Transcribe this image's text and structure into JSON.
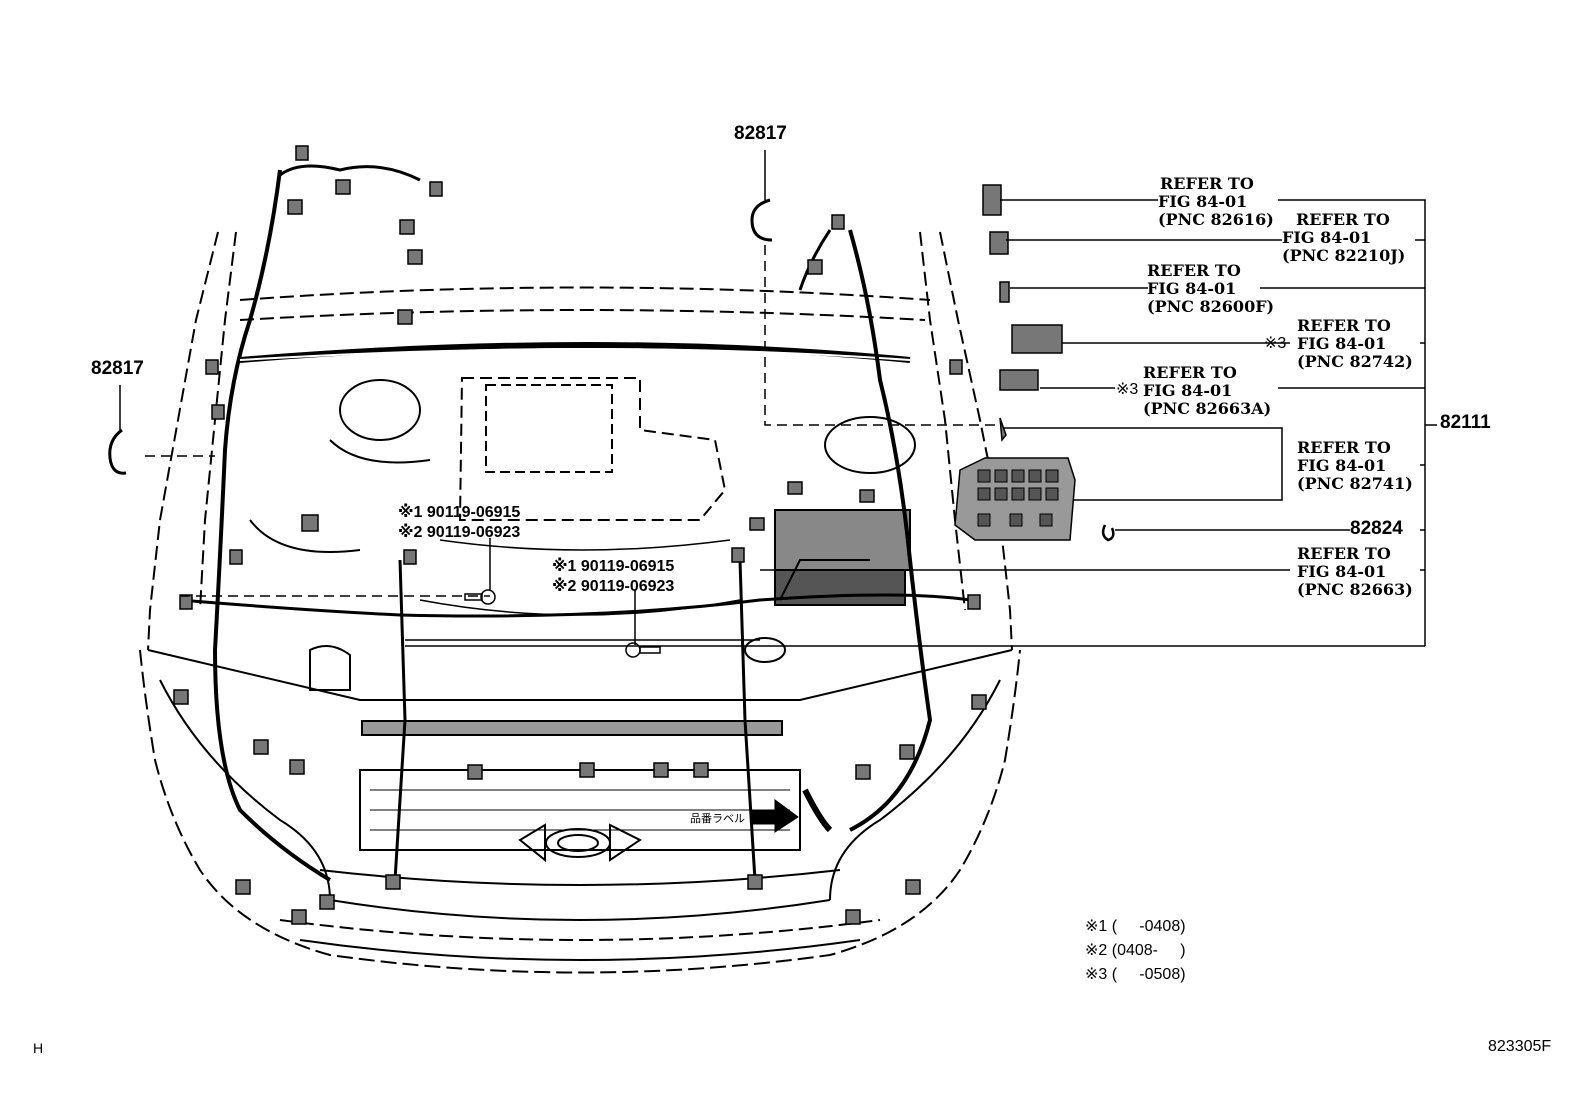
{
  "part_numbers": {
    "clip_top": "82817",
    "clip_left": "82817",
    "main_wire": "82111",
    "clip_right": "82824"
  },
  "refers": [
    {
      "l1": "REFER TO",
      "l2": "FIG 84-01",
      "l3": "(PNC 82616)"
    },
    {
      "l1": "REFER TO",
      "l2": "FIG 84-01",
      "l3": "(PNC 82210J)"
    },
    {
      "l1": "REFER TO",
      "l2": "FIG 84-01",
      "l3": "(PNC 82600F)"
    },
    {
      "l1": "REFER TO",
      "l2": "FIG 84-01",
      "l3": "(PNC 82742)"
    },
    {
      "l1": "REFER TO",
      "l2": "FIG 84-01",
      "l3": "(PNC 82663A)"
    },
    {
      "l1": "REFER TO",
      "l2": "FIG 84-01",
      "l3": "(PNC 82741)"
    },
    {
      "l1": "REFER TO",
      "l2": "FIG 84-01",
      "l3": "(PNC 82663)"
    }
  ],
  "marks": {
    "m3a": "※3",
    "m3b": "※3"
  },
  "bolts": {
    "a1": "※1 90119-06915",
    "a2": "※2 90119-06923",
    "b1": "※1 90119-06915",
    "b2": "※2 90119-06923"
  },
  "arrow_label": "品番ラベル",
  "notes": [
    "※1 (     -0408)",
    "※2 (0408-     )",
    "※3 (     -0508)"
  ],
  "footer": {
    "left": "H",
    "right": "823305F"
  }
}
